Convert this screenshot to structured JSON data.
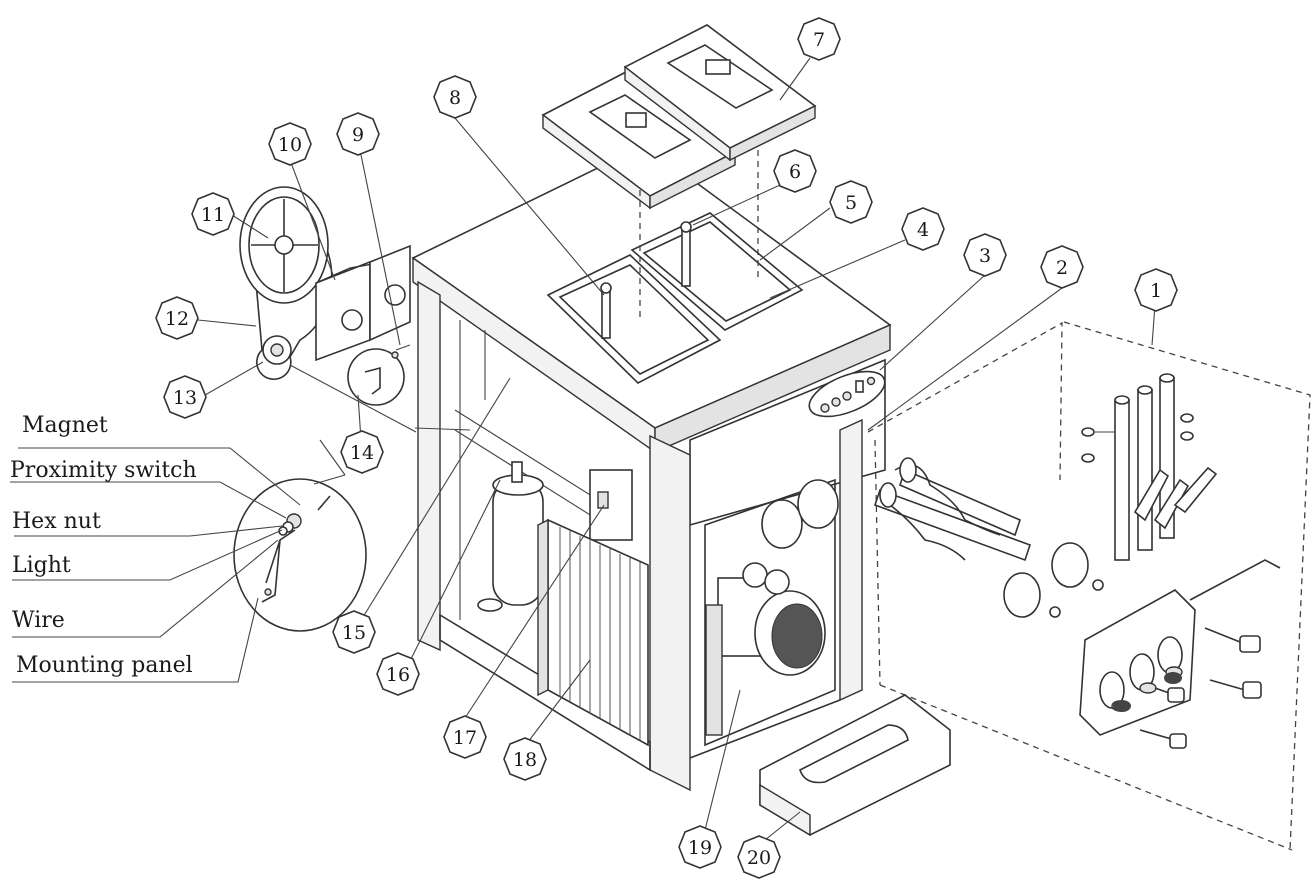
{
  "diagram": {
    "callouts": [
      "1",
      "2",
      "3",
      "4",
      "5",
      "6",
      "7",
      "8",
      "9",
      "10",
      "11",
      "12",
      "13",
      "14",
      "15",
      "16",
      "17",
      "18",
      "19",
      "20"
    ],
    "detail_labels": [
      "Magnet",
      "Proximity switch",
      "Hex nut",
      "Light",
      "Wire",
      "Mounting panel"
    ],
    "colors": {
      "line": "#333333",
      "background": "#ffffff",
      "shade": "#e3e3e3"
    }
  }
}
